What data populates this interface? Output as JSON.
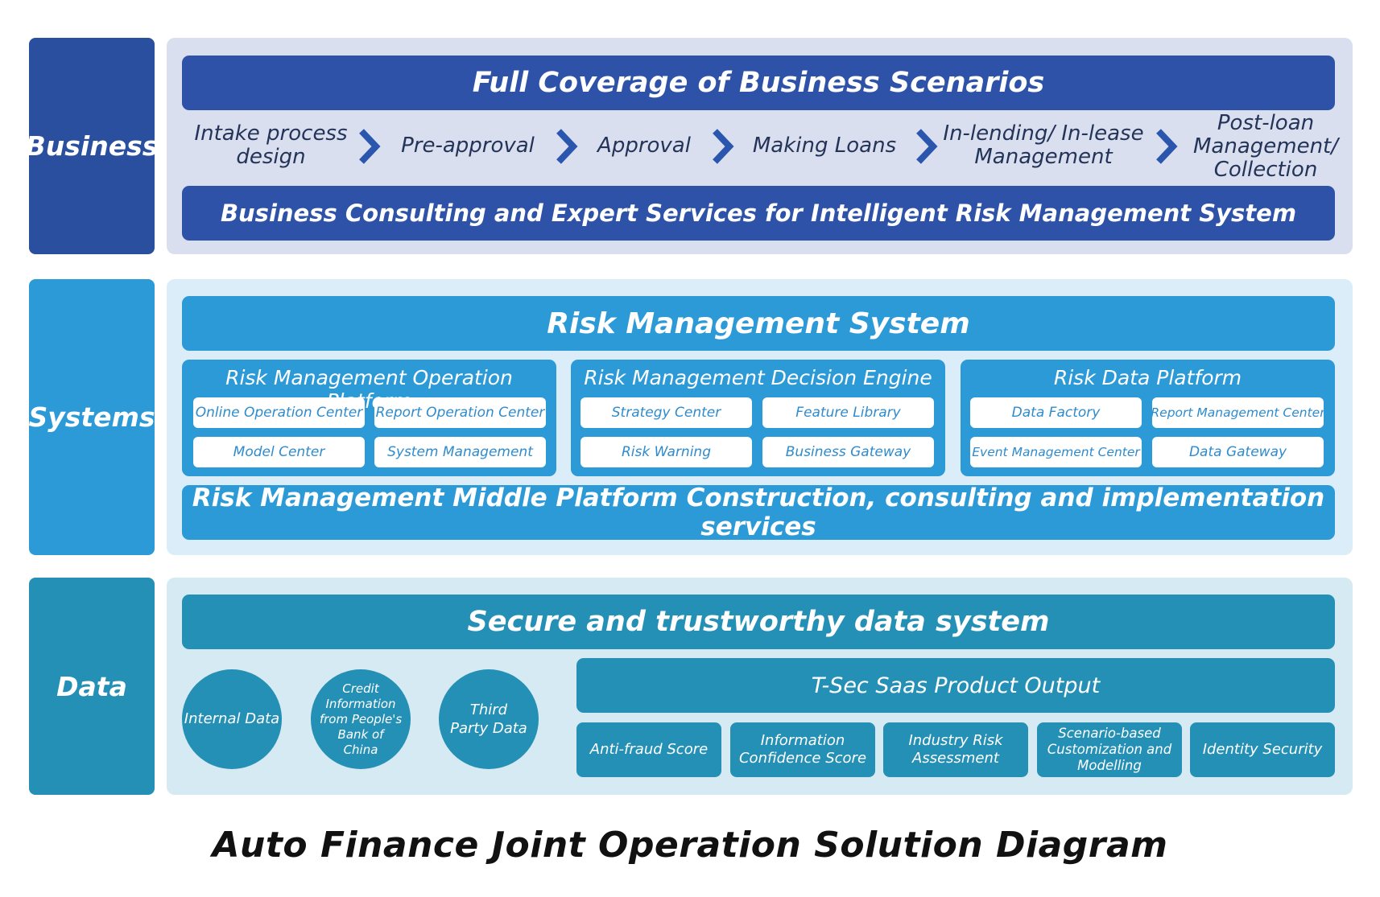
{
  "business": {
    "label": "Business",
    "top_bar": "Full Coverage of Business Scenarios",
    "steps": [
      "Intake process design",
      "Pre-approval",
      "Approval",
      "Making Loans",
      "In-lending/ In-lease Management",
      "Post-loan Management/ Collection"
    ],
    "bottom_bar": "Business Consulting and Expert Services for Intelligent Risk Management System"
  },
  "systems": {
    "label": "Systems",
    "top_bar": "Risk Management System",
    "platforms": [
      {
        "title": "Risk Management Operation Platform",
        "items": [
          "Online Operation Center",
          "Report Operation Center",
          "Model Center",
          "System Management"
        ]
      },
      {
        "title": "Risk Management Decision Engine",
        "items": [
          "Strategy Center",
          "Feature Library",
          "Risk Warning",
          "Business Gateway"
        ]
      },
      {
        "title": "Risk Data Platform",
        "items": [
          "Data Factory",
          "Report Management Center",
          "Event Management Center",
          "Data Gateway"
        ]
      }
    ],
    "bottom_bar": "Risk Management Middle Platform Construction, consulting and implementation services"
  },
  "data": {
    "label": "Data",
    "top_bar": "Secure and trustworthy data system",
    "sources": [
      "Internal Data",
      "Credit Information from People's Bank of China",
      "Third Party Data"
    ],
    "saas": {
      "title": "T-Sec Saas Product Output",
      "items": [
        "Anti-fraud Score",
        "Information Confidence Score",
        "Industry Risk Assessment",
        "Scenario-based Customization and Modelling",
        "Identity Security"
      ]
    }
  },
  "caption": "Auto Finance Joint Operation Solution Diagram",
  "colors": {
    "business_dark": "#2B4F9F",
    "business_panel": "#D9DFEE",
    "systems_blue": "#2D9AD8",
    "systems_panel": "#DAEDF8",
    "data_teal": "#2590B5",
    "data_panel": "#D5EAF2",
    "chevron": "#2B56AE"
  }
}
